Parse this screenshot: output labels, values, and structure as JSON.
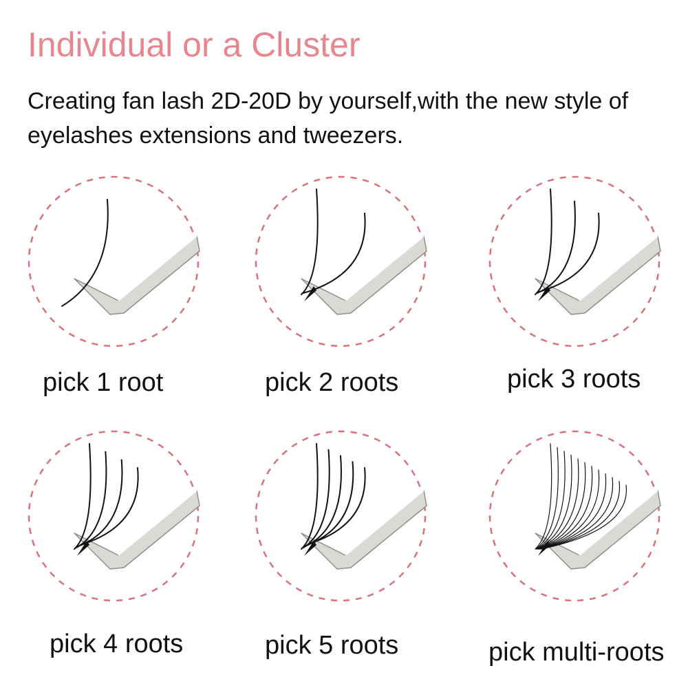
{
  "header": {
    "title": "Individual or a Cluster",
    "subtitle": "Creating fan lash 2D-20D by yourself,with the new style of eyelashes extensions and tweezers."
  },
  "colors": {
    "title": "#e8858f",
    "circle_dash": "#d9707c",
    "tweezer_fill": "#d9d9d6",
    "tweezer_edge": "#8f8f8a",
    "lash": "#111111"
  },
  "items": [
    {
      "caption": "pick 1 root",
      "lash_count": 1
    },
    {
      "caption": "pick 2 roots",
      "lash_count": 2
    },
    {
      "caption": "pick 3 roots",
      "lash_count": 3
    },
    {
      "caption": "pick 4 roots",
      "lash_count": 4
    },
    {
      "caption": "pick 5 roots",
      "lash_count": 5
    },
    {
      "caption": "pick multi-roots",
      "lash_count": 12
    }
  ]
}
